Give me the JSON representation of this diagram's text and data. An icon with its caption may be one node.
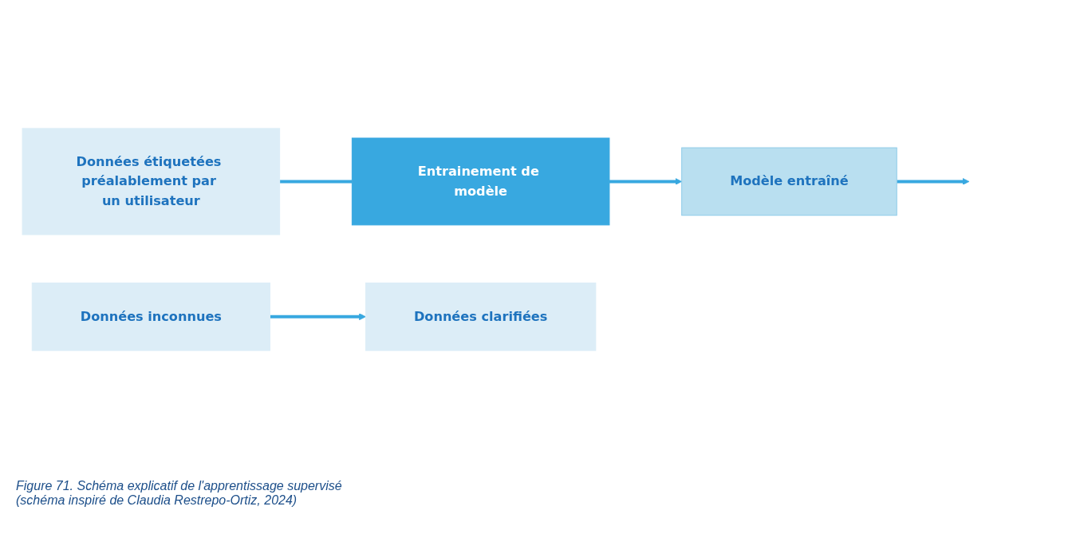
{
  "diagram": {
    "caption": "Figure 71. Schéma explicatif de l'apprentissage supervisé (schéma inspiré de Claudia Restrepo-Ortiz, 2024)",
    "nodes": [
      {
        "text": [
          "Données étiquetées préalablement par un utilisateur"
        ]
      },
      {
        "text": [
          "Entrainement de modèle"
        ]
      },
      {
        "text": [
          "Modèle entraîné"
        ]
      },
      {
        "text": [
          "Données inconnues"
        ]
      },
      {
        "text": [
          "Données clarifiées"
        ]
      }
    ],
    "edges": [
      {
        "from": 0,
        "to": 1,
        "arrow": "none"
      },
      {
        "from": 1,
        "to": 2,
        "arrow": "to"
      },
      {
        "from": 2,
        "to": null,
        "arrow": "to"
      },
      {
        "from": 3,
        "to": 4,
        "arrow": "to"
      }
    ]
  }
}
